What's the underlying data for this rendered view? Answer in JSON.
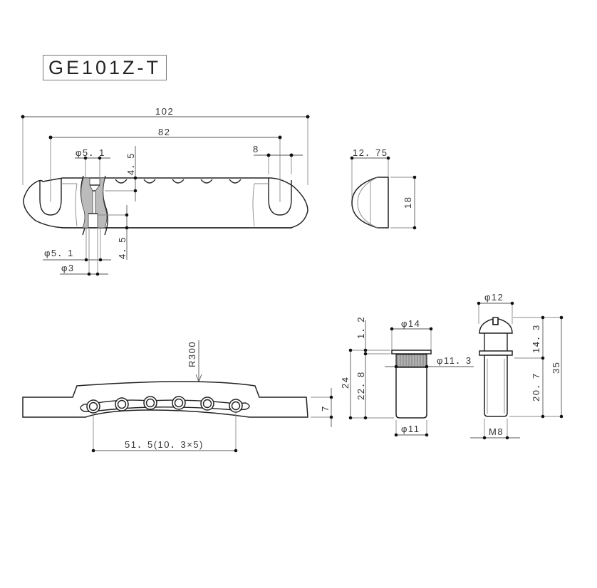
{
  "title": "GE101Z-T",
  "views": {
    "top_view": {
      "dimensions": {
        "overall_width": "102",
        "slot_spacing": "82",
        "slot_width": "8",
        "hole_diameter_top": "φ5．1",
        "depth_top": "4．5",
        "hole_diameter_bottom": "φ5．1",
        "depth_bottom": "4．5",
        "through_hole": "φ3"
      },
      "string_hole_count": 5
    },
    "end_view": {
      "dimensions": {
        "depth": "12．75",
        "height": "18"
      }
    },
    "front_view": {
      "dimensions": {
        "radius": "R300",
        "height": "7",
        "hole_span": "51．5(10．3×5)"
      },
      "string_hole_count": 6
    },
    "anchor_view": {
      "dimensions": {
        "flange_diameter": "φ14",
        "flange_thickness": "1．2",
        "knurl_diameter": "φ11．3",
        "body_length": "22．8",
        "total_length": "24",
        "body_diameter": "φ11"
      }
    },
    "stud_view": {
      "dimensions": {
        "head_diameter": "φ12",
        "upper_length": "14．3",
        "total_length": "35",
        "thread_length": "20．7",
        "thread": "M8"
      }
    }
  }
}
